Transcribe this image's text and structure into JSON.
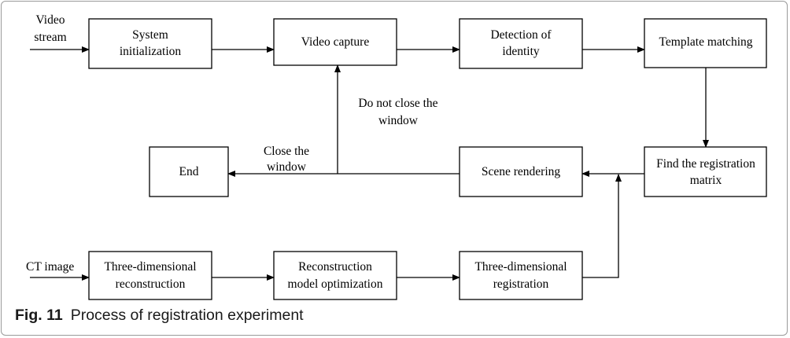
{
  "nodes": {
    "system_init": [
      "System",
      "initialization"
    ],
    "video_capture": [
      "Video capture"
    ],
    "detection": [
      "Detection of",
      "identity"
    ],
    "template": [
      "Template matching"
    ],
    "end": [
      "End"
    ],
    "scene": [
      "Scene rendering"
    ],
    "find_matrix": [
      "Find the registration",
      "matrix"
    ],
    "recon3d": [
      "Three-dimensional",
      "reconstruction"
    ],
    "recon_opt": [
      "Reconstruction",
      "model optimization"
    ],
    "reg3d": [
      "Three-dimensional",
      "registration"
    ]
  },
  "inputs": {
    "video_stream": [
      "Video",
      "stream"
    ],
    "ct_image": [
      "CT image"
    ]
  },
  "edge_labels": {
    "do_not_close": [
      "Do not close the",
      "window"
    ],
    "close": [
      "Close the",
      "window"
    ]
  },
  "caption": {
    "number": "Fig. 11",
    "text": "Process of registration experiment"
  }
}
